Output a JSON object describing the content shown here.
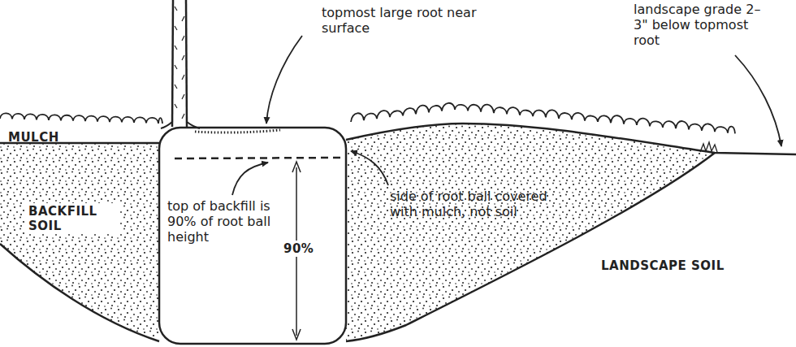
{
  "diagram": {
    "labels": [
      "topmost large root near surface",
      "landscape grade 2–3\" below topmost root",
      "MULCH",
      "BACKFILL SOIL",
      "top of backfill is 90% of root ball height",
      "90%",
      "side of root ball covered with mulch, not soil",
      "LANDSCAPE SOIL"
    ]
  }
}
